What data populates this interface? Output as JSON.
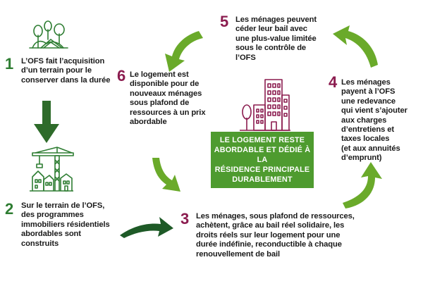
{
  "center": {
    "text": "LE LOGEMENT RESTE\nABORDABLE ET DÉDIÉ À LA\nRÉSIDENCE PRINCIPALE\nDURABLEMENT"
  },
  "steps": [
    {
      "number": "1",
      "text": "L’OFS fait l’acquisition\nd’un terrain pour le\nconserver dans la durée",
      "icon": "landscape-icon"
    },
    {
      "number": "2",
      "text": "Sur le terrain de l’OFS,\ndes programmes\nimmobiliers résidentiels\nabordables sont\nconstruits",
      "icon": "construction-crane-icon"
    },
    {
      "number": "3",
      "text": "Les ménages, sous plafond de ressources,\nachètent, grâce au bail réel solidaire, les\ndroits réels sur leur logement pour une\ndurée indéfinie, reconductible à chaque\nrenouvellement de bail"
    },
    {
      "number": "4",
      "text": "Les ménages\npayent à l’OFS\nune redevance\nqui vient s’ajouter\naux charges\nd’entretiens et\ntaxes locales\n(et aux annuités\nd’emprunt)"
    },
    {
      "number": "5",
      "text": "Les ménages peuvent\ncéder leur bail avec\nune plus-value limitée\nsous le contrôle de\nl’OFS"
    },
    {
      "number": "6",
      "text": "Le logement est\ndisponible pour de\nnouveaux ménages\nsous plafond de\nressources à un prix\nabordable"
    }
  ],
  "colors": {
    "dark_green": "#2e7d32",
    "light_green": "#6aaa2a",
    "purple": "#8b1c4f",
    "box_green": "#4e9b2f"
  },
  "icons": [
    "landscape-icon",
    "construction-crane-icon",
    "buildings-icon",
    "cycle-arrow-icon"
  ]
}
